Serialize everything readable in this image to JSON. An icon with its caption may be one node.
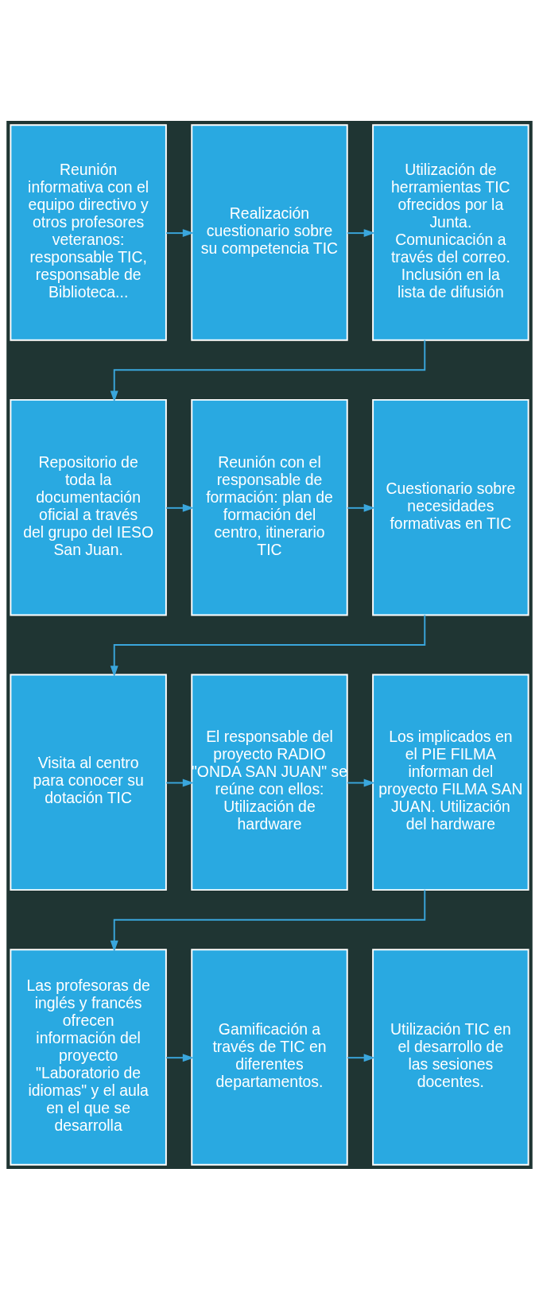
{
  "diagram": {
    "nodes": [
      {
        "text": [
          "Reunión informativa con el equipo directivo y otros profesores veteranos: responsable TIC, responsable de Biblioteca..."
        ]
      },
      {
        "text": [
          "Realización cuestionario sobre su competencia TIC"
        ]
      },
      {
        "text": [
          "Utilización de herramientas TIC ofrecidos por la Junta. Comunicación a través del correo. Inclusión en la lista de difusión"
        ]
      },
      {
        "text": [
          "Repositorio de toda la documentación oficial a través del grupo del IESO San Juan."
        ]
      },
      {
        "text": [
          "Reunión con el responsable de formación: plan de formación del centro, itinerario TIC"
        ]
      },
      {
        "text": [
          "Cuestionario sobre necesidades formativas en TIC"
        ]
      },
      {
        "text": [
          "Visita al centro para conocer su dotación TIC"
        ]
      },
      {
        "text": [
          "El responsable del proyecto RADIO \"ONDA SAN JUAN\" se reúne con ellos: Utilización de hardware"
        ]
      },
      {
        "text": [
          "Los implicados en el PIE FILMA informan del proyecto FILMA SAN JUAN. Utilización del hardware"
        ]
      },
      {
        "text": [
          "Las profesoras de inglés y francés ofrecen información del proyecto \"Laboratorio de idiomas\" y el aula en el que se desarrolla"
        ]
      },
      {
        "text": [
          "Gamificación a través de TIC en diferentes departamentos."
        ]
      },
      {
        "text": [
          "Utilización TIC en el desarrollo de las sesiones docentes."
        ]
      }
    ],
    "edges": [
      {
        "from": 0,
        "to": 1,
        "arrow": "to"
      },
      {
        "from": 1,
        "to": 2,
        "arrow": "to"
      },
      {
        "from": 2,
        "to": 3,
        "arrow": "to"
      },
      {
        "from": 3,
        "to": 4,
        "arrow": "to"
      },
      {
        "from": 4,
        "to": 5,
        "arrow": "to"
      },
      {
        "from": 5,
        "to": 6,
        "arrow": "to"
      },
      {
        "from": 6,
        "to": 7,
        "arrow": "to"
      },
      {
        "from": 7,
        "to": 8,
        "arrow": "to"
      },
      {
        "from": 8,
        "to": 9,
        "arrow": "to"
      },
      {
        "from": 9,
        "to": 10,
        "arrow": "to"
      },
      {
        "from": 10,
        "to": 11,
        "arrow": "to"
      }
    ]
  }
}
